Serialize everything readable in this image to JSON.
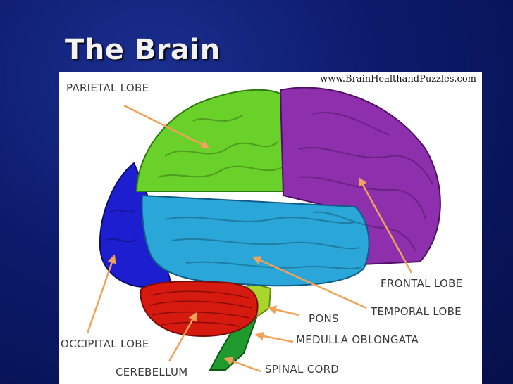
{
  "slide": {
    "title": "The Brain"
  },
  "figure": {
    "watermark": "www.BrainHealthandPuzzles.com",
    "labels": {
      "parietal": "PARIETAL LOBE",
      "frontal": "FRONTAL LOBE",
      "temporal": "TEMPORAL LOBE",
      "pons": "PONS",
      "medulla": "MEDULLA OBLONGATA",
      "occipital": "OCCIPITAL LOBE",
      "cerebellum": "CEREBELLUM",
      "spinal": "SPINAL CORD"
    },
    "colors": {
      "parietal": "#6ad12a",
      "frontal": "#8e2fae",
      "temporal": "#2aa7d8",
      "occipital": "#1d1ed0",
      "cerebellum": "#d61a10",
      "pons": "#a9d62a",
      "spinal": "#1f9a2c",
      "arrow": "#f0a25a"
    }
  }
}
